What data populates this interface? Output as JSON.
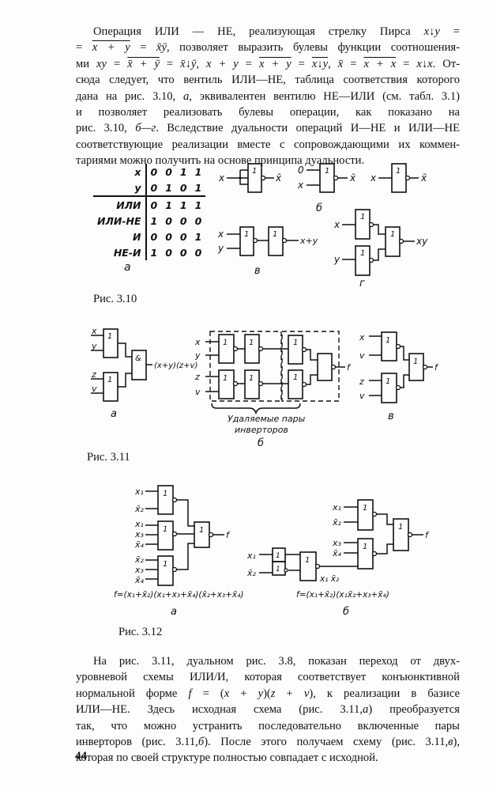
{
  "page_number": "44",
  "paragraph_1": {
    "lines": [
      {
        "parts": [
          {
            "t": "Операция ИЛИ — НЕ, реализующая стрелку Пирса "
          },
          {
            "t": "x↓y",
            "it": true
          },
          {
            "t": " ="
          }
        ]
      },
      {
        "parts": [
          {
            "t": "= "
          },
          {
            "t": "x + y",
            "it": true,
            "ol": true
          },
          {
            "t": " = "
          },
          {
            "t": "x̄ȳ",
            "it": true
          },
          {
            "t": ", позволяет выразить булевы функции соотношения-"
          }
        ]
      },
      {
        "parts": [
          {
            "t": "ми "
          },
          {
            "t": "xy",
            "it": true
          },
          {
            "t": " = "
          },
          {
            "t": "x̄ + ȳ",
            "it": true,
            "ol": true
          },
          {
            "t": " = "
          },
          {
            "t": "x̄↓ȳ",
            "it": true
          },
          {
            "t": ", "
          },
          {
            "t": "x + y",
            "it": true
          },
          {
            "t": " = "
          },
          {
            "t": "x + y",
            "it": true,
            "ol": true
          },
          {
            "t": " = "
          },
          {
            "t": "x↓y",
            "it": true,
            "ol": true
          },
          {
            "t": ", "
          },
          {
            "t": "x̄",
            "it": true
          },
          {
            "t": " = "
          },
          {
            "t": "x + x",
            "it": true,
            "ol": true
          },
          {
            "t": " = "
          },
          {
            "t": "x↓x",
            "it": true
          },
          {
            "t": ". От-"
          }
        ]
      },
      {
        "parts": [
          {
            "t": "сюда следует, что вентиль ИЛИ—НЕ, таблица соответствия которого"
          }
        ]
      },
      {
        "parts": [
          {
            "t": "дана на рис. 3.10, "
          },
          {
            "t": "а",
            "it": true
          },
          {
            "t": ", эквивалентен вентилю НЕ—ИЛИ (см. табл. 3.1)"
          }
        ]
      },
      {
        "parts": [
          {
            "t": "и позволяет реализовать булевы операции, как показано на"
          }
        ]
      },
      {
        "parts": [
          {
            "t": "рис. 3.10, "
          },
          {
            "t": "б—г",
            "it": true
          },
          {
            "t": ". Вследствие дуальности операций И—НЕ и ИЛИ—НЕ"
          }
        ]
      },
      {
        "parts": [
          {
            "t": "соответствующие реализации вместе с сопровождающими их коммен-"
          }
        ]
      },
      {
        "parts": [
          {
            "t": "тариями можно получить на основе принципа дуальности."
          }
        ]
      }
    ]
  },
  "figure_3_10": {
    "caption": "Рис. 3.10",
    "truth_table": {
      "rows": [
        {
          "label": "x",
          "values": [
            "0",
            "0",
            "1",
            "1"
          ]
        },
        {
          "label": "y",
          "values": [
            "0",
            "1",
            "0",
            "1"
          ]
        },
        {
          "label": "ИЛИ",
          "values": [
            "0",
            "1",
            "1",
            "1"
          ]
        },
        {
          "label": "ИЛИ-НЕ",
          "values": [
            "1",
            "0",
            "0",
            "0"
          ]
        },
        {
          "label": "И",
          "values": [
            "0",
            "0",
            "0",
            "1"
          ]
        },
        {
          "label": "НЕ-И",
          "values": [
            "1",
            "0",
            "0",
            "0"
          ]
        }
      ],
      "sublabel": "а"
    },
    "gate_symbol": "1",
    "b": {
      "sublabel": "б",
      "in_x": "x",
      "in_zero": "0",
      "out_notx": "x̄"
    },
    "v": {
      "sublabel": "в",
      "in_x": "x",
      "in_y": "y",
      "out": "x+y"
    },
    "g": {
      "sublabel": "г",
      "in_x": "x",
      "in_y": "y",
      "out": "xy"
    }
  },
  "figure_3_11": {
    "caption": "Рис. 3.11",
    "a": {
      "sublabel": "а",
      "inputs": [
        "x",
        "y",
        "z",
        "v"
      ],
      "and_symbol": "&",
      "or_symbol": "1",
      "out": "(x+y)(z+v)"
    },
    "b": {
      "sublabel": "б",
      "inputs": [
        "x",
        "y",
        "z",
        "v"
      ],
      "out": "f",
      "brace_label_1": "Удаляемые пары",
      "brace_label_2": "инверторов"
    },
    "v": {
      "sublabel": "в",
      "inputs": [
        "x",
        "v",
        "z",
        "v"
      ],
      "out": "f"
    }
  },
  "figure_3_12": {
    "caption": "Рис. 3.12",
    "a": {
      "sublabel": "а",
      "group1": [
        "x₁",
        "x̄₂"
      ],
      "group2": [
        "x₁",
        "x₃",
        "x̄₄"
      ],
      "group3": [
        "x̄₂",
        "x₃",
        "x̄₄"
      ],
      "out": "f",
      "formula": "f=(x₁+x̄₂)(x₁+x₃+x̄₄)(x̄₂+x₃+x̄₄)"
    },
    "b": {
      "sublabel": "б",
      "top_inputs": [
        "x₁",
        "x̄₂"
      ],
      "mid_inputs": [
        "x₃",
        "x̄₄"
      ],
      "left_inputs": [
        "x₁",
        "x̄₂"
      ],
      "mid_label": "x₁ x̄₂",
      "out": "f",
      "formula": "f=(x₁+x̄₂)(x₁x̄₂+x₃+x̄₄)"
    }
  },
  "paragraph_2": {
    "lines": [
      {
        "parts": [
          {
            "t": "На рис. 3.11, дуальном рис. 3.8, показан переход от двух-"
          }
        ]
      },
      {
        "parts": [
          {
            "t": "уровневой схемы ИЛИ/И, которая соответствует конъюнктивной"
          }
        ]
      },
      {
        "parts": [
          {
            "t": "нормальной форме "
          },
          {
            "t": "f",
            "it": true
          },
          {
            "t": " = ("
          },
          {
            "t": "x",
            "it": true
          },
          {
            "t": " + "
          },
          {
            "t": "y",
            "it": true
          },
          {
            "t": ")("
          },
          {
            "t": "z",
            "it": true
          },
          {
            "t": " + "
          },
          {
            "t": "v",
            "it": true
          },
          {
            "t": "), к реализации в базисе"
          }
        ]
      },
      {
        "parts": [
          {
            "t": "ИЛИ—НЕ. Здесь исходная схема (рис. 3.11,"
          },
          {
            "t": "а",
            "it": true
          },
          {
            "t": ") преобразуется"
          }
        ]
      },
      {
        "parts": [
          {
            "t": "так, что можно устранить последовательно включенные пары"
          }
        ]
      },
      {
        "parts": [
          {
            "t": "инверторов (рис. 3.11,"
          },
          {
            "t": "б",
            "it": true
          },
          {
            "t": "). После этого получаем схему (рис. 3.11,"
          },
          {
            "t": "в",
            "it": true
          },
          {
            "t": "),"
          }
        ]
      },
      {
        "parts": [
          {
            "t": "которая по своей структуре полностью совпадает с исходной."
          }
        ]
      }
    ]
  }
}
